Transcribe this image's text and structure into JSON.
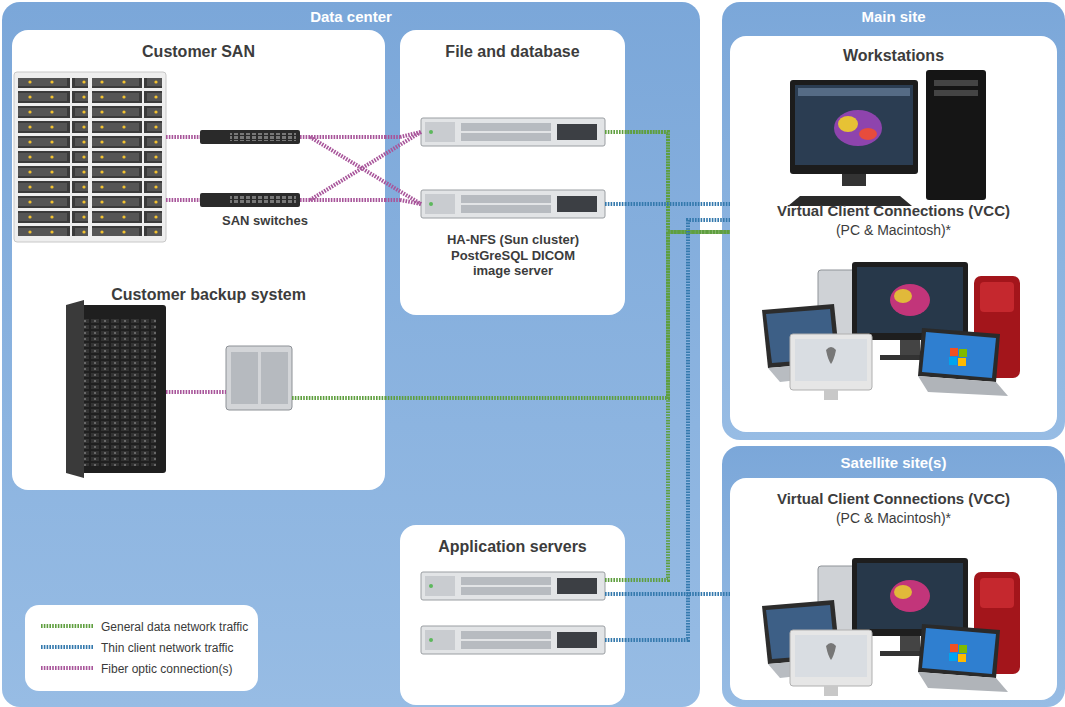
{
  "diagram": {
    "nodes": [
      {
        "text": [
          "Data center"
        ]
      },
      {
        "text": [
          "Customer SAN",
          "SAN switches",
          "Customer backup system"
        ],
        "in": 0
      },
      {
        "text": [
          "File and database",
          "HA-NFS (Sun cluster) PostGreSQL DICOM image server"
        ],
        "in": 0
      },
      {
        "text": [
          "Application servers"
        ],
        "in": 0
      },
      {
        "text": [
          "Main site"
        ]
      },
      {
        "text": [
          "Workstations",
          "Virtual Client Connections (VCC)",
          "(PC & Macintosh)*"
        ],
        "in": 4
      },
      {
        "text": [
          "Satellite site(s)"
        ]
      },
      {
        "text": [
          "Virtual Client Connections (VCC)",
          "(PC & Macintosh)*"
        ],
        "in": 6
      }
    ],
    "edges": [
      {
        "from": 1,
        "to": 2,
        "arrow": "none"
      },
      {
        "from": 1,
        "to": 2,
        "arrow": "none"
      },
      {
        "from": 1,
        "to": 2,
        "arrow": "none"
      },
      {
        "from": 2,
        "to": 5,
        "arrow": "none"
      },
      {
        "from": 2,
        "to": 5,
        "arrow": "none"
      },
      {
        "from": 3,
        "to": 5,
        "arrow": "none"
      },
      {
        "from": 3,
        "to": 5,
        "arrow": "none"
      },
      {
        "from": 3,
        "to": 7,
        "arrow": "none"
      }
    ],
    "legend": [
      {
        "text": "General data network traffic"
      },
      {
        "text": "Thin client network traffic"
      },
      {
        "text": "Fiber optic connection(s)"
      }
    ]
  }
}
